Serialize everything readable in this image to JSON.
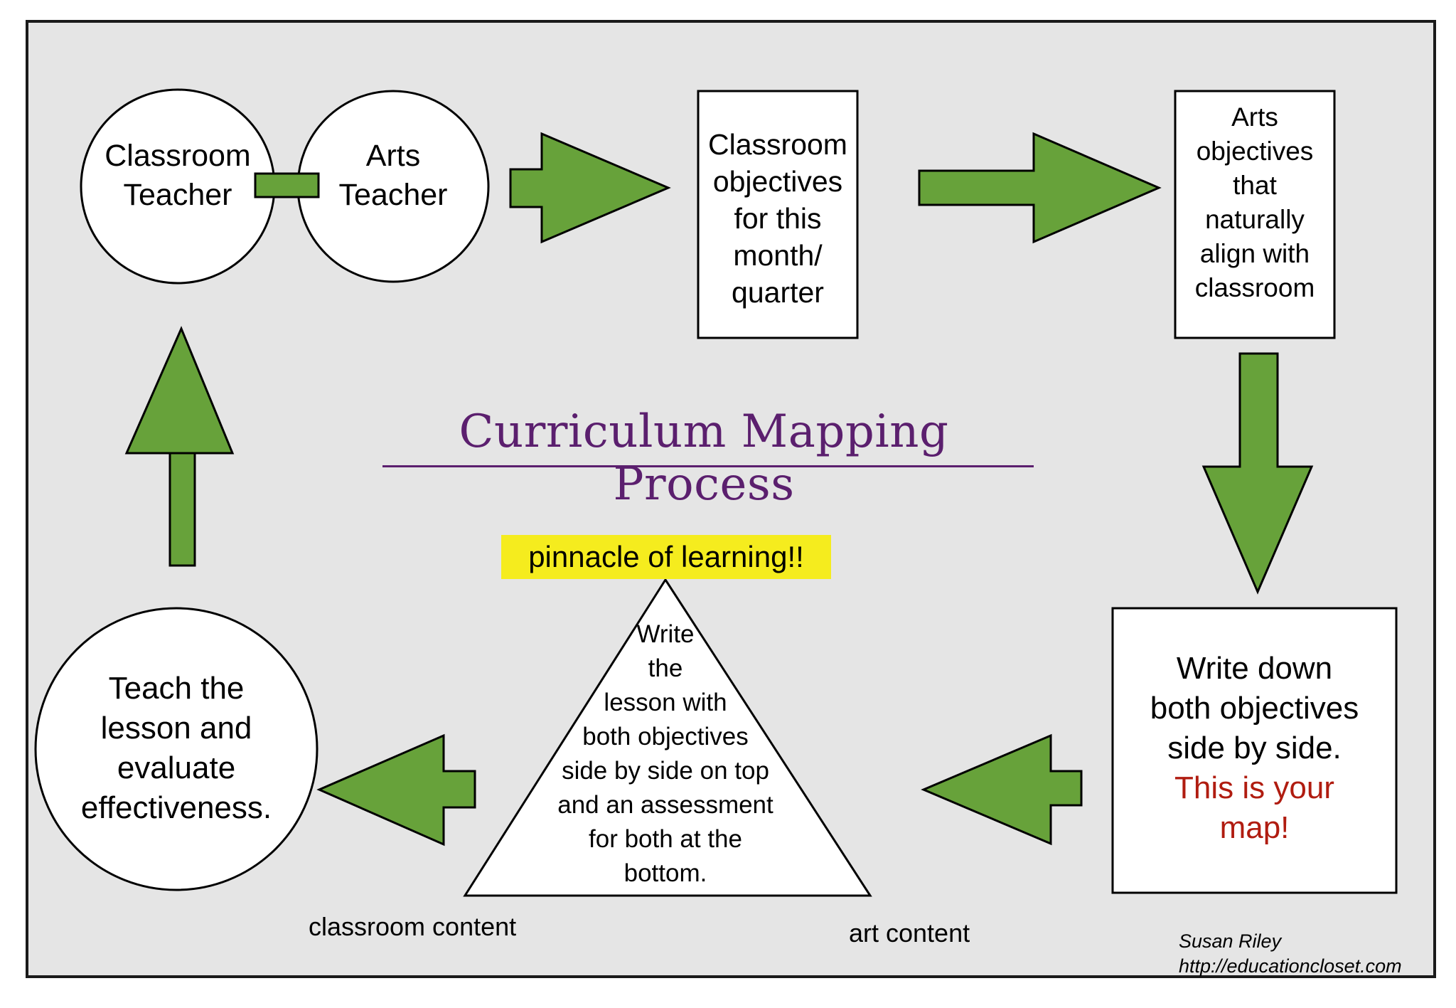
{
  "title": "Curriculum Mapping Process",
  "nodes": {
    "classroom_teacher": [
      "Classroom",
      "Teacher"
    ],
    "arts_teacher": [
      "Arts",
      "Teacher"
    ],
    "classroom_objectives": [
      "Classroom",
      "objectives",
      "for this",
      "month/",
      "quarter"
    ],
    "arts_objectives": [
      "Arts",
      "objectives",
      "that",
      "naturally",
      "align with",
      "classroom"
    ],
    "write_down": [
      "Write down",
      "both objectives",
      "side by side."
    ],
    "write_down_emphasis": [
      "This is your",
      "map!"
    ],
    "write_lesson": [
      "Write",
      "the",
      "lesson with",
      "both objectives",
      "side by side on top",
      "and an assessment",
      "for both at the",
      "bottom."
    ],
    "teach": [
      "Teach the",
      "lesson and",
      "evaluate",
      "effectiveness."
    ]
  },
  "labels": {
    "pinnacle": "pinnacle of learning!!",
    "classroom_content": "classroom content",
    "art_content": "art content"
  },
  "credit": {
    "name": "Susan Riley",
    "url": "http://educationcloset.com"
  },
  "colors": {
    "arrow_fill": "#67a23a",
    "title": "#5b1f6e",
    "highlight": "#f5ec1e",
    "emphasis": "#b01c10",
    "background": "#e5e5e5"
  }
}
